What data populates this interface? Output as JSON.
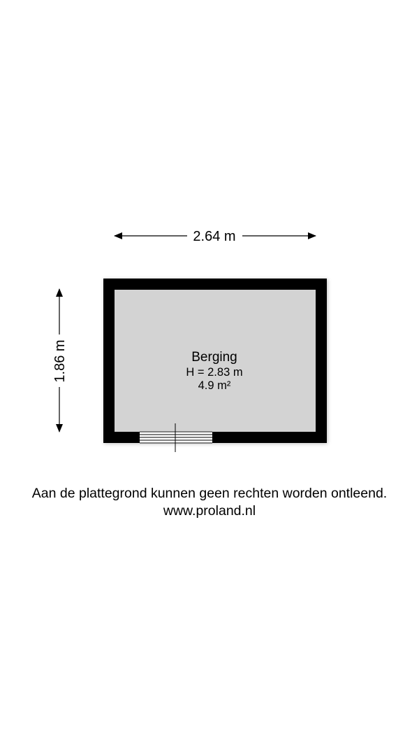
{
  "dimensions": {
    "width_label": "2.64 m",
    "height_label": "1.86 m"
  },
  "room": {
    "name": "Berging",
    "ceiling_height": "H = 2.83 m",
    "area": "4.9 m²"
  },
  "footer": {
    "disclaimer": "Aan de plattegrond kunnen geen rechten worden ontleend.",
    "website": "www.proland.nl"
  },
  "colors": {
    "wall": "#000000",
    "floor": "#d3d3d3",
    "background": "#ffffff"
  }
}
